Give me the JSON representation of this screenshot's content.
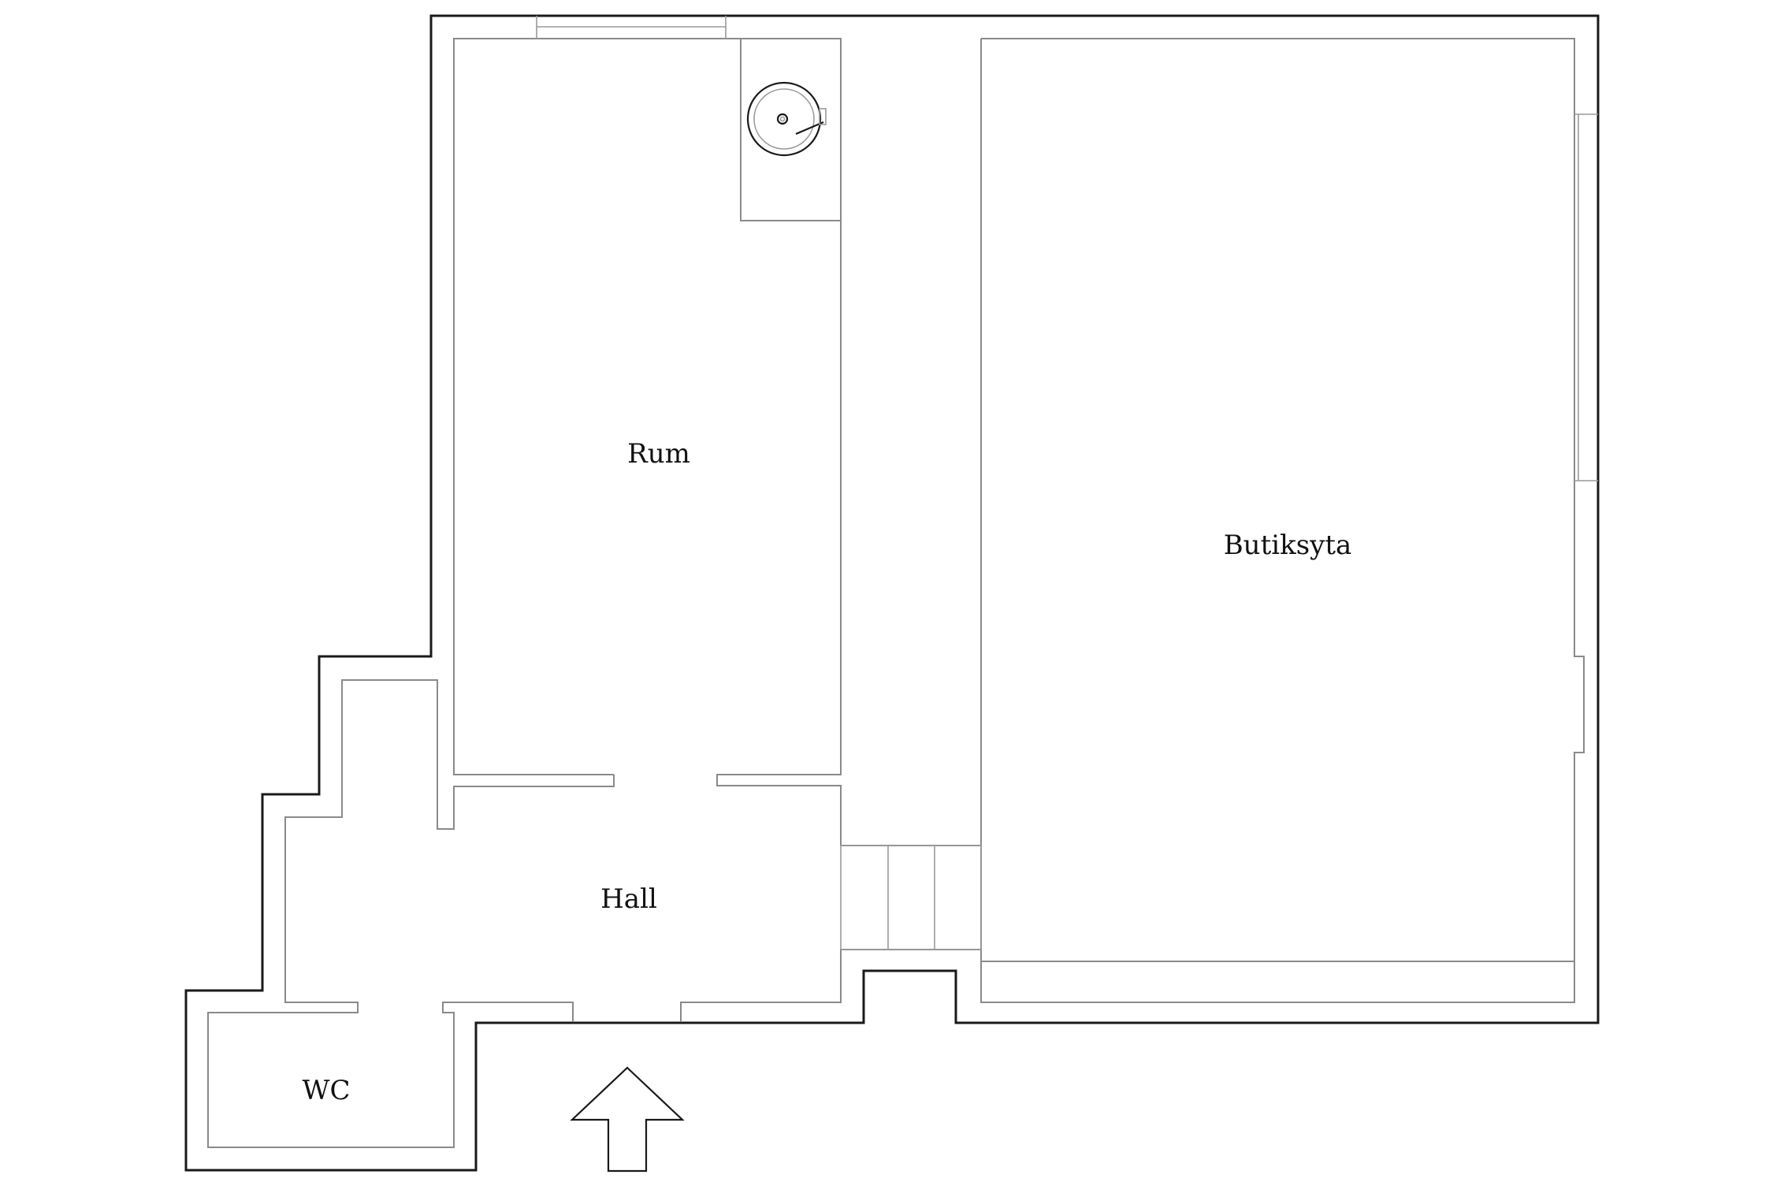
{
  "rooms": {
    "rum": "Rum",
    "butiksyta": "Butiksyta",
    "hall": "Hall",
    "wc": "WC"
  },
  "icons": {
    "sink": "sink-icon",
    "entrance": "entrance-arrow-icon"
  },
  "colors": {
    "background": "#ffffff",
    "outer_wall": "#1a1a1a",
    "inner_wall": "#8a8a8a"
  }
}
